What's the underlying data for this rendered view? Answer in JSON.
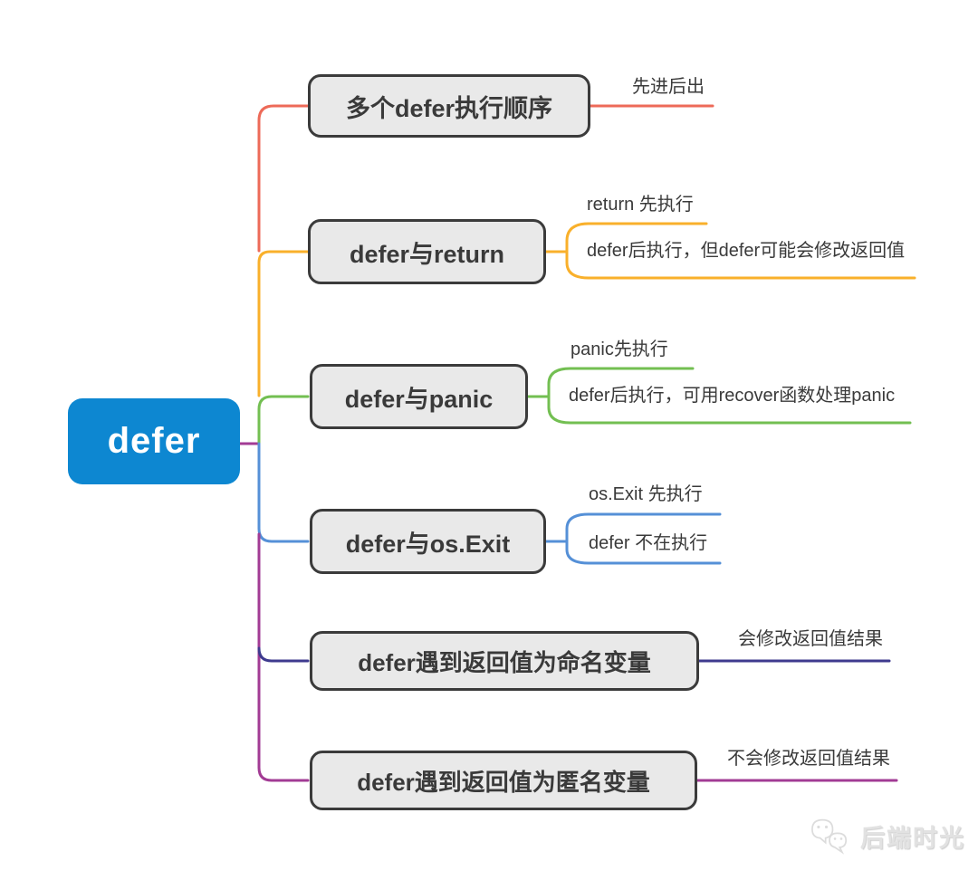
{
  "root": {
    "label": "defer"
  },
  "branches": [
    {
      "label": "多个defer执行顺序",
      "color": "red",
      "children": [
        {
          "label": "先进后出"
        }
      ]
    },
    {
      "label": "defer与return",
      "color": "yellow",
      "children": [
        {
          "label": "return 先执行"
        },
        {
          "label": "defer后执行，但defer可能会修改返回值"
        }
      ]
    },
    {
      "label": "defer与panic",
      "color": "green",
      "children": [
        {
          "label": "panic先执行"
        },
        {
          "label": "defer后执行，可用recover函数处理panic"
        }
      ]
    },
    {
      "label": "defer与os.Exit",
      "color": "blue",
      "children": [
        {
          "label": "os.Exit 先执行"
        },
        {
          "label": "defer 不在执行"
        }
      ]
    },
    {
      "label": "defer遇到返回值为命名变量",
      "color": "indigo",
      "children": [
        {
          "label": "会修改返回值结果"
        }
      ]
    },
    {
      "label": "defer遇到返回值为匿名变量",
      "color": "purple",
      "children": [
        {
          "label": "不会修改返回值结果"
        }
      ]
    }
  ],
  "watermark": {
    "text": "后端时光",
    "icon": "wechat-icon"
  },
  "colors": {
    "root_bg": "#0d87d1",
    "box_bg": "#e9e9e9",
    "box_border": "#3b3b3b",
    "text": "#3a3a3a",
    "red": "#ed6a58",
    "yellow": "#f9b02b",
    "green": "#73bf52",
    "blue": "#5590d7",
    "indigo": "#3e3a8e",
    "purple": "#a23b94",
    "watermark": "#e2e2e2"
  }
}
